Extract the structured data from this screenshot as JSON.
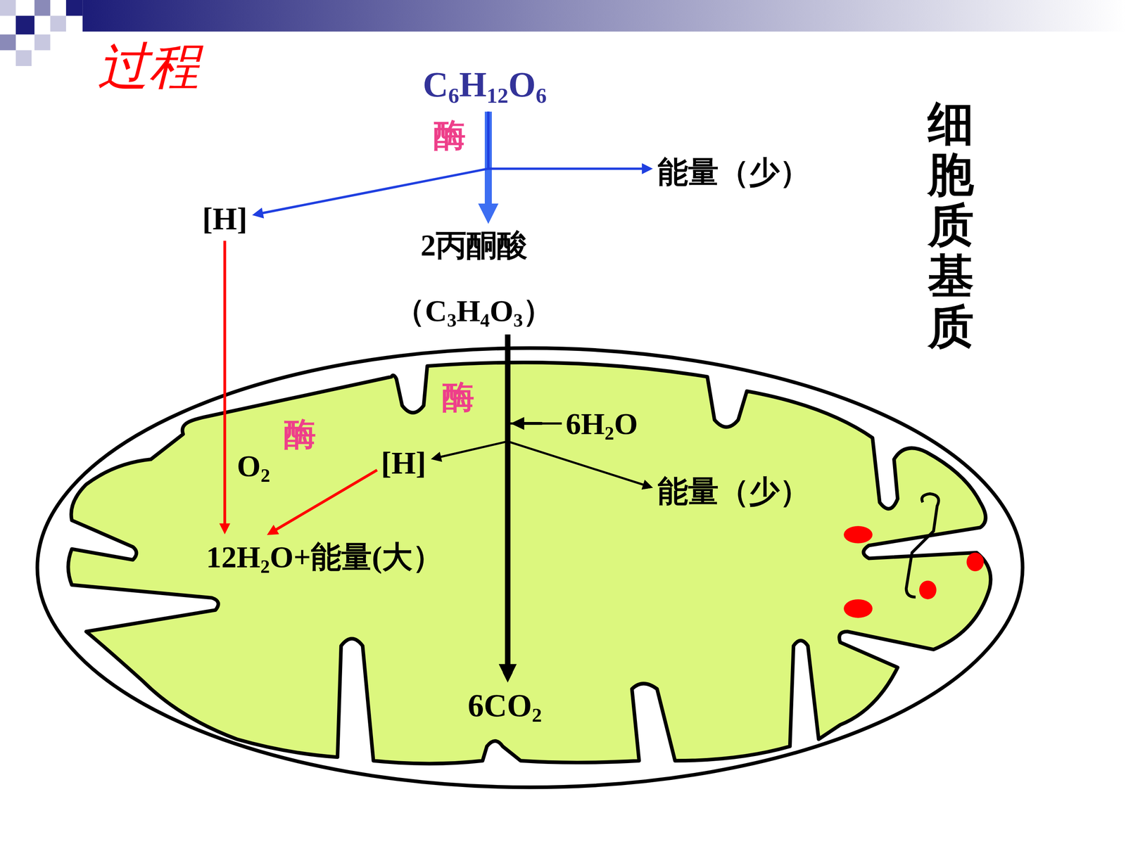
{
  "diagram": {
    "title": "过程",
    "nodes": [
      {
        "text": [
          "C6H12O6"
        ]
      },
      {
        "text": [
          "能量（少）"
        ]
      },
      {
        "text": [
          "[H]"
        ]
      },
      {
        "text": [
          "2丙酮酸",
          "（C3H4O3）"
        ]
      },
      {
        "text": [
          "6H2O"
        ]
      },
      {
        "text": [
          "[H]"
        ]
      },
      {
        "text": [
          "能量（少）"
        ]
      },
      {
        "text": [
          "12H2O+能量(大）"
        ]
      },
      {
        "text": [
          "6CO2"
        ]
      }
    ],
    "edges": [
      {
        "from": 0,
        "to": 3,
        "arrow": "to"
      },
      {
        "from": 0,
        "to": 1,
        "arrow": "to"
      },
      {
        "from": 0,
        "to": 2,
        "arrow": "to"
      },
      {
        "from": 2,
        "to": 7,
        "arrow": "to"
      },
      {
        "from": 3,
        "to": 8,
        "arrow": "to"
      },
      {
        "from": 3,
        "to": 5,
        "arrow": "to"
      },
      {
        "from": 3,
        "to": 6,
        "arrow": "to"
      },
      {
        "from": 4,
        "to": 8,
        "arrow": "to"
      },
      {
        "from": 4,
        "to": 5,
        "arrow": "to"
      },
      {
        "from": 4,
        "to": 6,
        "arrow": "to"
      },
      {
        "from": 5,
        "to": 7,
        "arrow": "to"
      }
    ],
    "labels": [
      "酶",
      "酶",
      "酶",
      "O2",
      "细胞质基质"
    ]
  }
}
